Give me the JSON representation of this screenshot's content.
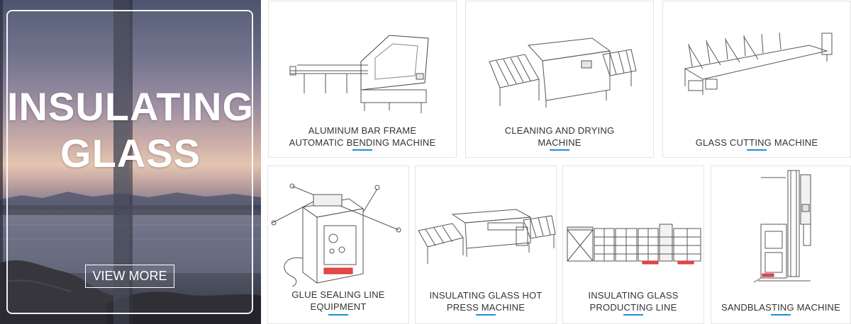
{
  "hero": {
    "title_line1": "INSULATING",
    "title_line2": "GLASS",
    "button_label": "VIEW MORE"
  },
  "products": [
    {
      "line1": "ALUMINUM BAR FRAME",
      "line2": "AUTOMATIC BENDING MACHINE"
    },
    {
      "line1": "CLEANING AND DRYING",
      "line2": "MACHINE"
    },
    {
      "line1": "GLASS CUTTING MACHINE"
    },
    {
      "line1": "GLUE SEALING LINE",
      "line2": "EQUIPMENT"
    },
    {
      "line1": "INSULATING GLASS HOT",
      "line2": "PRESS MACHINE"
    },
    {
      "line1": "INSULATING GLASS",
      "line2": "PRODUCTING LINE"
    },
    {
      "line1": "SANDBLASTING MACHINE"
    }
  ],
  "colors": {
    "accent_underline": "#1a8fd8",
    "label_text": "#333333",
    "card_border": "#e4e4e4"
  }
}
